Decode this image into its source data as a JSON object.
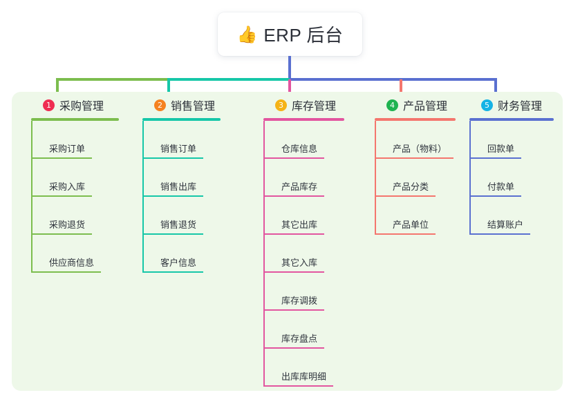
{
  "root": {
    "icon": "thumbs-up-icon",
    "emoji": "👍",
    "title": "ERP 后台"
  },
  "palette": {
    "page_background": "#ffffff",
    "panel_background": "#eef8e9",
    "title_text": "#2b2f38",
    "item_text": "#2f343d"
  },
  "columns": [
    {
      "index": "1",
      "badge_color": "#ef2e52",
      "line_color": "#7cbd4e",
      "title": "采购管理",
      "items": [
        {
          "label": "采购订单",
          "rule_width": 88
        },
        {
          "label": "采购入库",
          "rule_width": 88
        },
        {
          "label": "采购退货",
          "rule_width": 88
        },
        {
          "label": "供应商信息",
          "rule_width": 101
        }
      ]
    },
    {
      "index": "2",
      "badge_color": "#f58220",
      "line_color": "#16c7a8",
      "title": "销售管理",
      "items": [
        {
          "label": "销售订单",
          "rule_width": 88
        },
        {
          "label": "销售出库",
          "rule_width": 88
        },
        {
          "label": "销售退货",
          "rule_width": 88
        },
        {
          "label": "客户信息",
          "rule_width": 88
        }
      ]
    },
    {
      "index": "3",
      "badge_color": "#f5b316",
      "line_color": "#e2559f",
      "title": "库存管理",
      "items": [
        {
          "label": "仓库信息",
          "rule_width": 88
        },
        {
          "label": "产品库存",
          "rule_width": 88
        },
        {
          "label": "其它出库",
          "rule_width": 88
        },
        {
          "label": "其它入库",
          "rule_width": 88
        },
        {
          "label": "库存调拨",
          "rule_width": 88
        },
        {
          "label": "库存盘点",
          "rule_width": 88
        },
        {
          "label": "出库库明细",
          "rule_width": 101
        }
      ]
    },
    {
      "index": "4",
      "badge_color": "#1fb350",
      "line_color": "#f4766e",
      "title": "产品管理",
      "items": [
        {
          "label": "产品（物料）",
          "rule_width": 114
        },
        {
          "label": "产品分类",
          "rule_width": 88
        },
        {
          "label": "产品单位",
          "rule_width": 88
        }
      ]
    },
    {
      "index": "5",
      "badge_color": "#16b3e5",
      "line_color": "#5a70d0",
      "title": "财务管理",
      "items": [
        {
          "label": "回款单",
          "rule_width": 75
        },
        {
          "label": "付款单",
          "rule_width": 75
        },
        {
          "label": "结算账户",
          "rule_width": 88
        }
      ]
    }
  ]
}
